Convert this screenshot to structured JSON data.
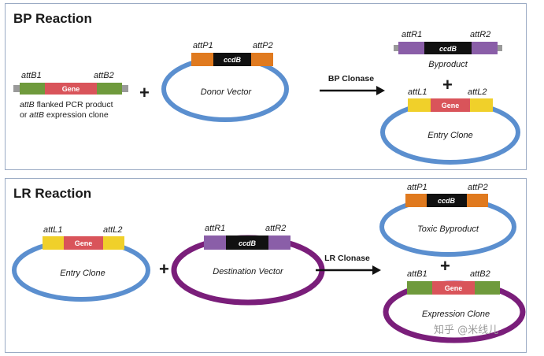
{
  "colors": {
    "panel_border": "#9aaac4",
    "blue_plasmid": "#5b8fcf",
    "purple_plasmid": "#7a1e7a",
    "gene": "#d9545a",
    "ccdb": "#111111",
    "attB": "#6f9a3c",
    "attP": "#e07a1f",
    "attL": "#f0d02a",
    "attR": "#8a5ea8",
    "flank_gray": "#9a9a9a"
  },
  "bp": {
    "title": "BP Reaction",
    "pcr_product": {
      "left_site": "attB1",
      "right_site": "attB2",
      "gene": "Gene",
      "caption_italic": "attB",
      "caption_line1_rest": " flanked PCR product",
      "caption_line2_prefix": "or ",
      "caption_line2_italic": "attB",
      "caption_line2_rest": " expression clone"
    },
    "donor_vector": {
      "left_site": "attP1",
      "right_site": "attP2",
      "insert": "ccdB",
      "caption": "Donor Vector"
    },
    "enzyme": "BP Clonase",
    "byproduct": {
      "left_site": "attR1",
      "right_site": "attR2",
      "insert": "ccdB",
      "caption": "Byproduct"
    },
    "entry_clone": {
      "left_site": "attL1",
      "right_site": "attL2",
      "gene": "Gene",
      "caption": "Entry Clone"
    }
  },
  "lr": {
    "title": "LR Reaction",
    "entry_clone": {
      "left_site": "attL1",
      "right_site": "attL2",
      "gene": "Gene",
      "caption": "Entry Clone"
    },
    "destination_vector": {
      "left_site": "attR1",
      "right_site": "attR2",
      "insert": "ccdB",
      "caption": "Destination Vector"
    },
    "enzyme": "LR Clonase",
    "toxic_byproduct": {
      "left_site": "attP1",
      "right_site": "attP2",
      "insert": "ccdB",
      "caption": "Toxic Byproduct"
    },
    "expression_clone": {
      "left_site": "attB1",
      "right_site": "attB2",
      "gene": "Gene",
      "caption": "Expression Clone"
    }
  },
  "symbols": {
    "plus": "+"
  },
  "watermark": "知乎 @米线儿"
}
